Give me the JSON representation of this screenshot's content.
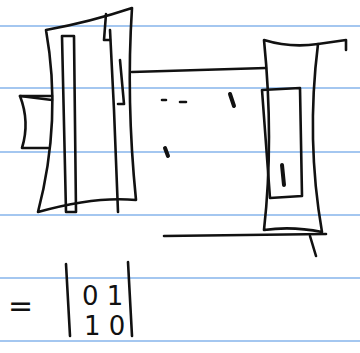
{
  "diagram": {
    "labels": [
      "=",
      "0 1",
      "1 0"
    ]
  }
}
